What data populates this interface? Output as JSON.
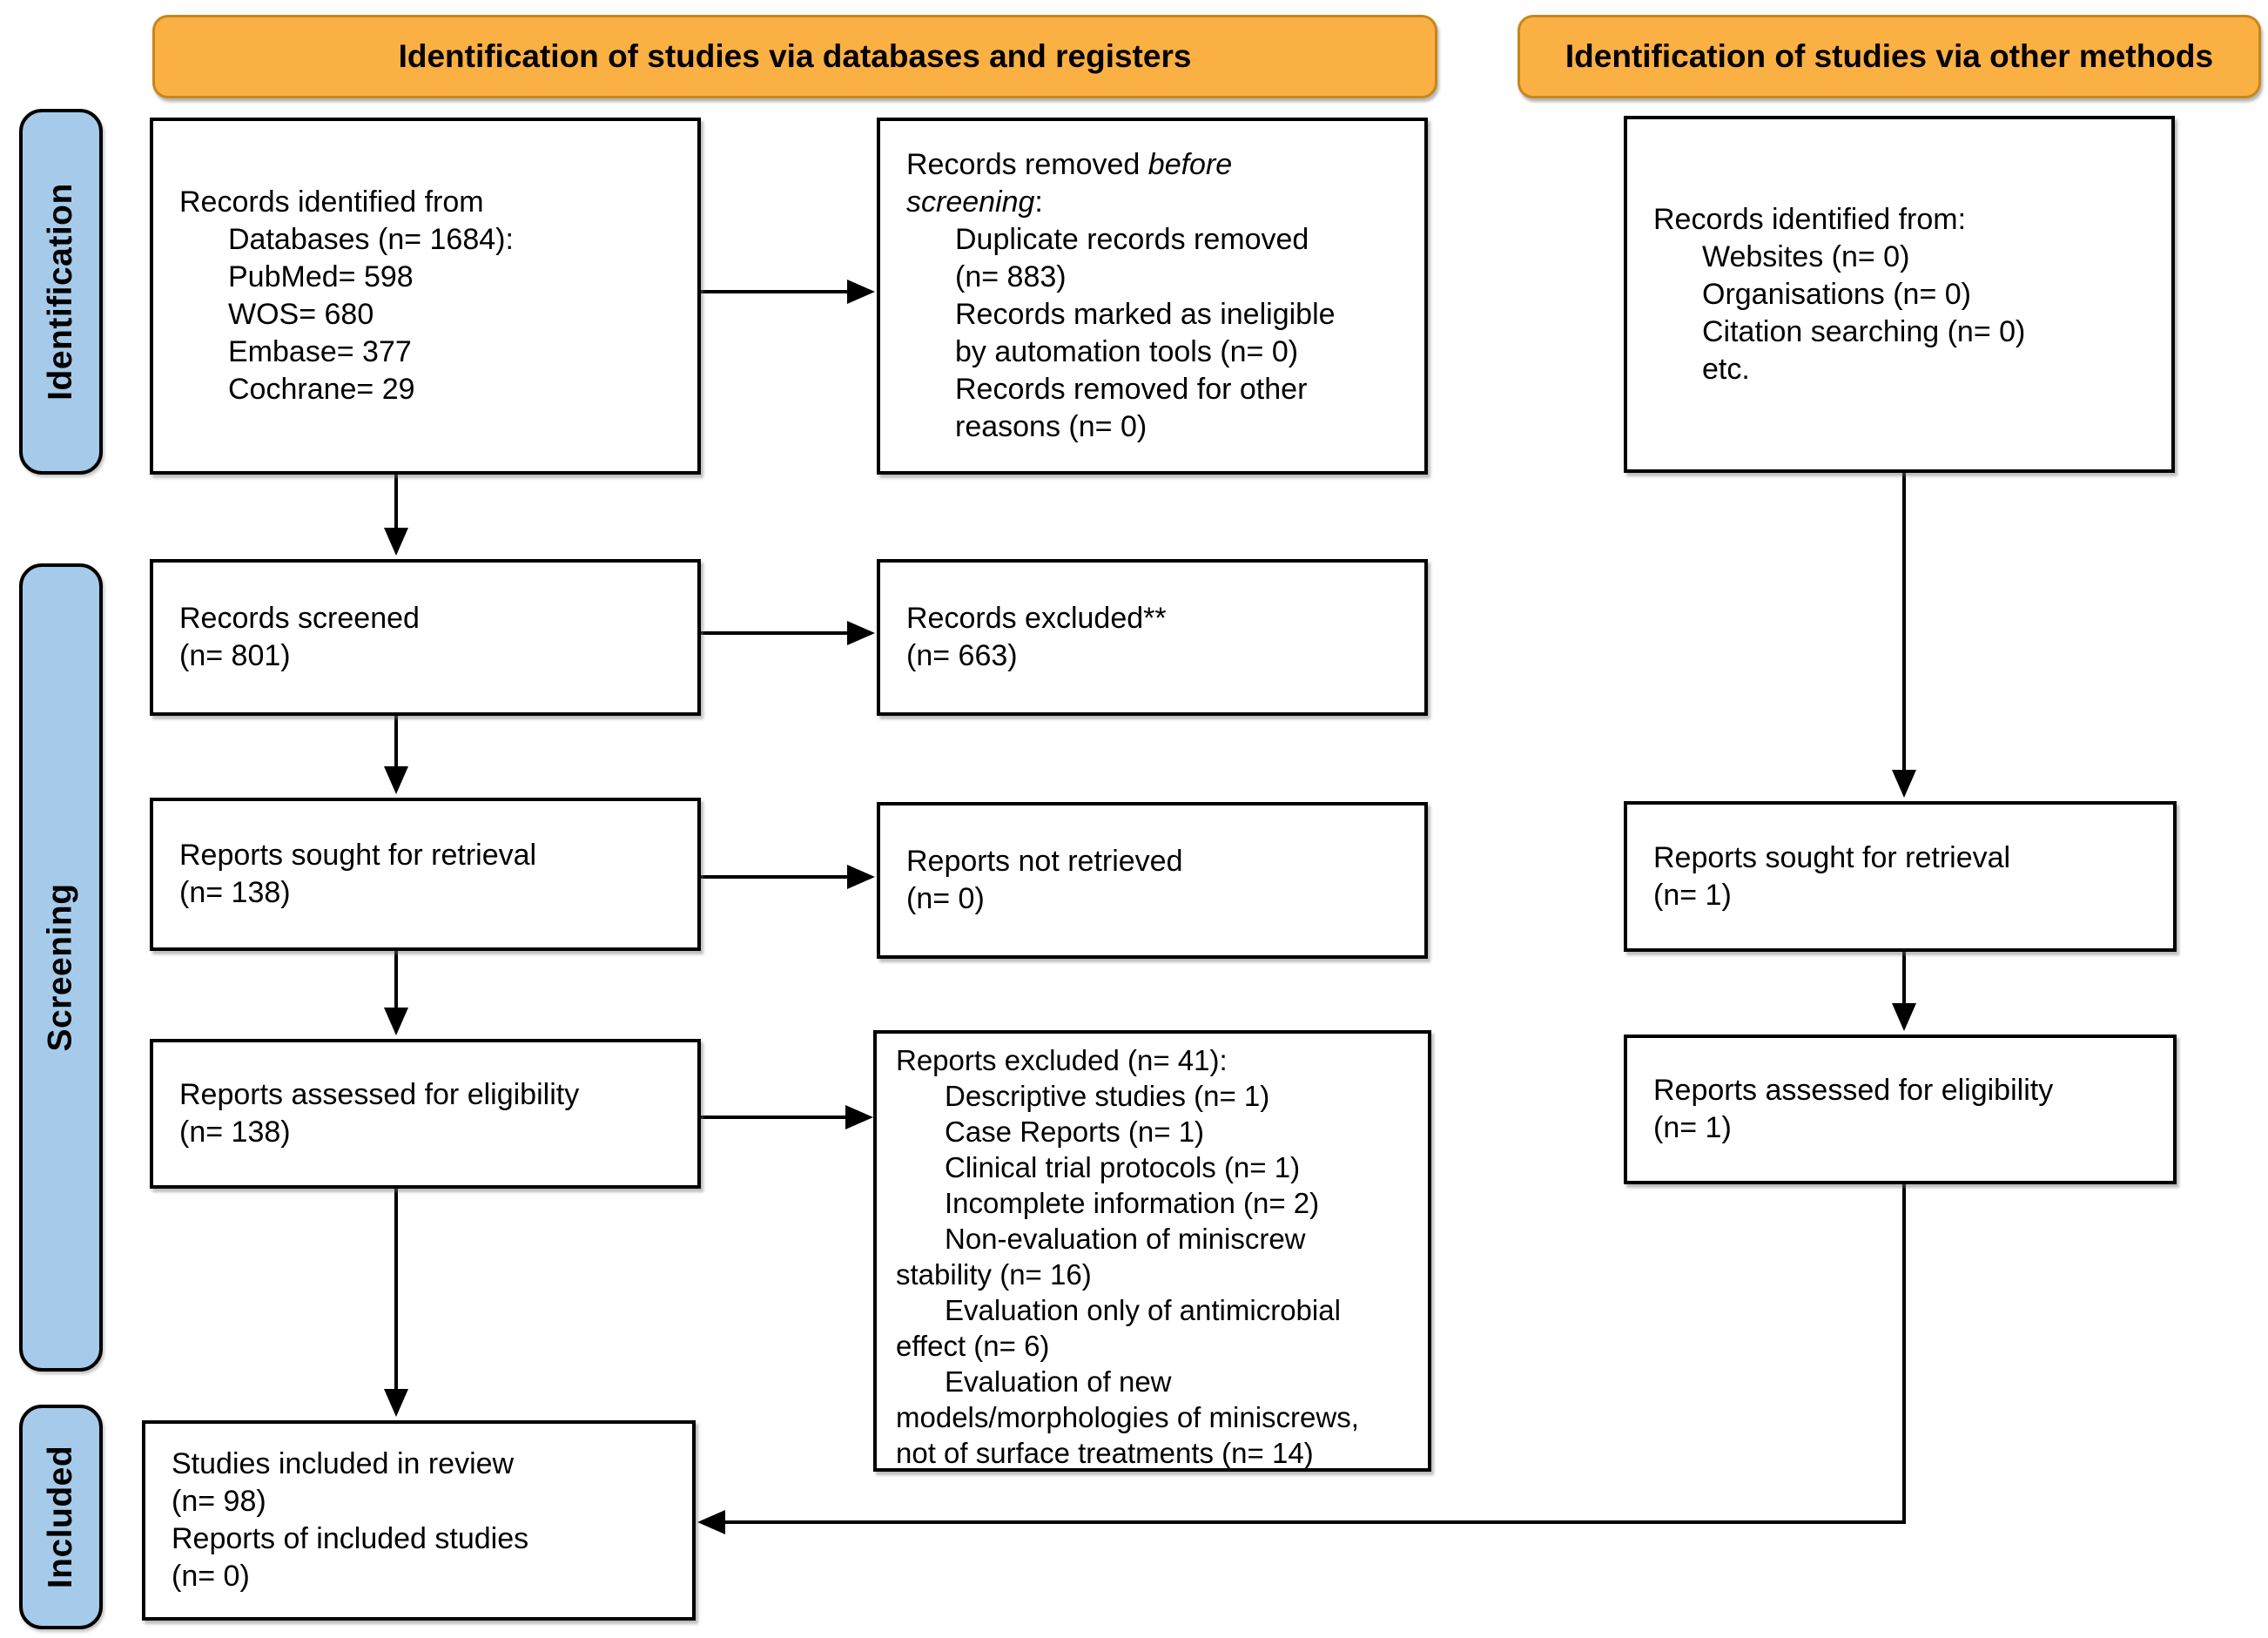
{
  "headers": {
    "databases": "Identification of studies via databases and registers",
    "other": "Identification of studies via other methods"
  },
  "sidebar": {
    "identification": "Identification",
    "screening": "Screening",
    "included": "Included"
  },
  "colors": {
    "header_bg": "#FBB043",
    "header_border": "#C8861B",
    "sidebar_bg": "#A6CBEA",
    "box_border": "#000000"
  },
  "boxes": {
    "records-identified": {
      "lines": [
        {
          "indent": 0,
          "segments": [
            {
              "t": "Records identified from"
            }
          ]
        },
        {
          "indent": 1,
          "segments": [
            {
              "t": "Databases (n= 1684):"
            }
          ]
        },
        {
          "indent": 1,
          "segments": [
            {
              "t": "PubMed= 598"
            }
          ]
        },
        {
          "indent": 1,
          "segments": [
            {
              "t": "WOS= 680"
            }
          ]
        },
        {
          "indent": 1,
          "segments": [
            {
              "t": "Embase= 377"
            }
          ]
        },
        {
          "indent": 1,
          "segments": [
            {
              "t": "Cochrane= 29"
            }
          ]
        }
      ]
    },
    "records-removed": {
      "lines": [
        {
          "indent": 0,
          "segments": [
            {
              "t": "Records removed "
            },
            {
              "t": "before",
              "i": true
            }
          ]
        },
        {
          "indent": 0,
          "segments": [
            {
              "t": "screening",
              "i": true
            },
            {
              "t": ":"
            }
          ]
        },
        {
          "indent": 1,
          "segments": [
            {
              "t": "Duplicate records removed"
            }
          ]
        },
        {
          "indent": 1,
          "segments": [
            {
              "t": "(n= 883)"
            }
          ]
        },
        {
          "indent": 1,
          "segments": [
            {
              "t": "Records marked as ineligible"
            }
          ]
        },
        {
          "indent": 1,
          "segments": [
            {
              "t": "by automation tools (n= 0)"
            }
          ]
        },
        {
          "indent": 1,
          "segments": [
            {
              "t": "Records removed for other"
            }
          ]
        },
        {
          "indent": 1,
          "segments": [
            {
              "t": "reasons (n= 0)"
            }
          ]
        }
      ]
    },
    "other-records-identified": {
      "lines": [
        {
          "indent": 0,
          "segments": [
            {
              "t": "Records identified from:"
            }
          ]
        },
        {
          "indent": 1,
          "segments": [
            {
              "t": "Websites (n= 0)"
            }
          ]
        },
        {
          "indent": 1,
          "segments": [
            {
              "t": "Organisations (n= 0)"
            }
          ]
        },
        {
          "indent": 1,
          "segments": [
            {
              "t": "Citation searching (n= 0)"
            }
          ]
        },
        {
          "indent": 1,
          "segments": [
            {
              "t": "etc."
            }
          ]
        }
      ]
    },
    "records-screened": {
      "lines": [
        {
          "indent": 0,
          "segments": [
            {
              "t": "Records screened"
            }
          ]
        },
        {
          "indent": 0,
          "segments": [
            {
              "t": "(n= 801)"
            }
          ]
        }
      ]
    },
    "records-excluded": {
      "lines": [
        {
          "indent": 0,
          "segments": [
            {
              "t": "Records excluded**"
            }
          ]
        },
        {
          "indent": 0,
          "segments": [
            {
              "t": "(n= 663)"
            }
          ]
        }
      ]
    },
    "reports-sought": {
      "lines": [
        {
          "indent": 0,
          "segments": [
            {
              "t": "Reports sought for retrieval"
            }
          ]
        },
        {
          "indent": 0,
          "segments": [
            {
              "t": "(n= 138)"
            }
          ]
        }
      ]
    },
    "reports-not-retrieved": {
      "lines": [
        {
          "indent": 0,
          "segments": [
            {
              "t": "Reports not retrieved"
            }
          ]
        },
        {
          "indent": 0,
          "segments": [
            {
              "t": "(n= 0)"
            }
          ]
        }
      ]
    },
    "other-reports-sought": {
      "lines": [
        {
          "indent": 0,
          "segments": [
            {
              "t": "Reports sought for retrieval"
            }
          ]
        },
        {
          "indent": 0,
          "segments": [
            {
              "t": "(n= 1)"
            }
          ]
        }
      ]
    },
    "reports-assessed": {
      "lines": [
        {
          "indent": 0,
          "segments": [
            {
              "t": "Reports assessed for eligibility"
            }
          ]
        },
        {
          "indent": 0,
          "segments": [
            {
              "t": "(n= 138)"
            }
          ]
        }
      ]
    },
    "reports-excluded": {
      "lines": [
        {
          "indent": 0,
          "segments": [
            {
              "t": "Reports excluded (n= 41):"
            }
          ]
        },
        {
          "indent": 1,
          "segments": [
            {
              "t": "Descriptive studies (n= 1)"
            }
          ]
        },
        {
          "indent": 1,
          "segments": [
            {
              "t": "Case Reports (n= 1)"
            }
          ]
        },
        {
          "indent": 1,
          "segments": [
            {
              "t": "Clinical trial protocols (n= 1)"
            }
          ]
        },
        {
          "indent": 1,
          "segments": [
            {
              "t": "Incomplete information (n= 2)"
            }
          ]
        },
        {
          "indent": 1,
          "segments": [
            {
              "t": "Non-evaluation of miniscrew"
            }
          ]
        },
        {
          "indent": 0,
          "segments": [
            {
              "t": "stability (n= 16)"
            }
          ]
        },
        {
          "indent": 1,
          "segments": [
            {
              "t": "Evaluation only of antimicrobial"
            }
          ]
        },
        {
          "indent": 0,
          "segments": [
            {
              "t": "effect (n= 6)"
            }
          ]
        },
        {
          "indent": 1,
          "segments": [
            {
              "t": "Evaluation of new"
            }
          ]
        },
        {
          "indent": 0,
          "segments": [
            {
              "t": "models/morphologies of miniscrews,"
            }
          ]
        },
        {
          "indent": 0,
          "segments": [
            {
              "t": "not of surface treatments (n= 14)"
            }
          ]
        }
      ]
    },
    "other-reports-assessed": {
      "lines": [
        {
          "indent": 0,
          "segments": [
            {
              "t": "Reports assessed for eligibility"
            }
          ]
        },
        {
          "indent": 0,
          "segments": [
            {
              "t": "(n= 1)"
            }
          ]
        }
      ]
    },
    "studies-included": {
      "lines": [
        {
          "indent": 0,
          "segments": [
            {
              "t": "Studies included in review"
            }
          ]
        },
        {
          "indent": 0,
          "segments": [
            {
              "t": "(n= 98)"
            }
          ]
        },
        {
          "indent": 0,
          "segments": [
            {
              "t": "Reports of included studies"
            }
          ]
        },
        {
          "indent": 0,
          "segments": [
            {
              "t": "(n= 0)"
            }
          ]
        }
      ]
    }
  }
}
